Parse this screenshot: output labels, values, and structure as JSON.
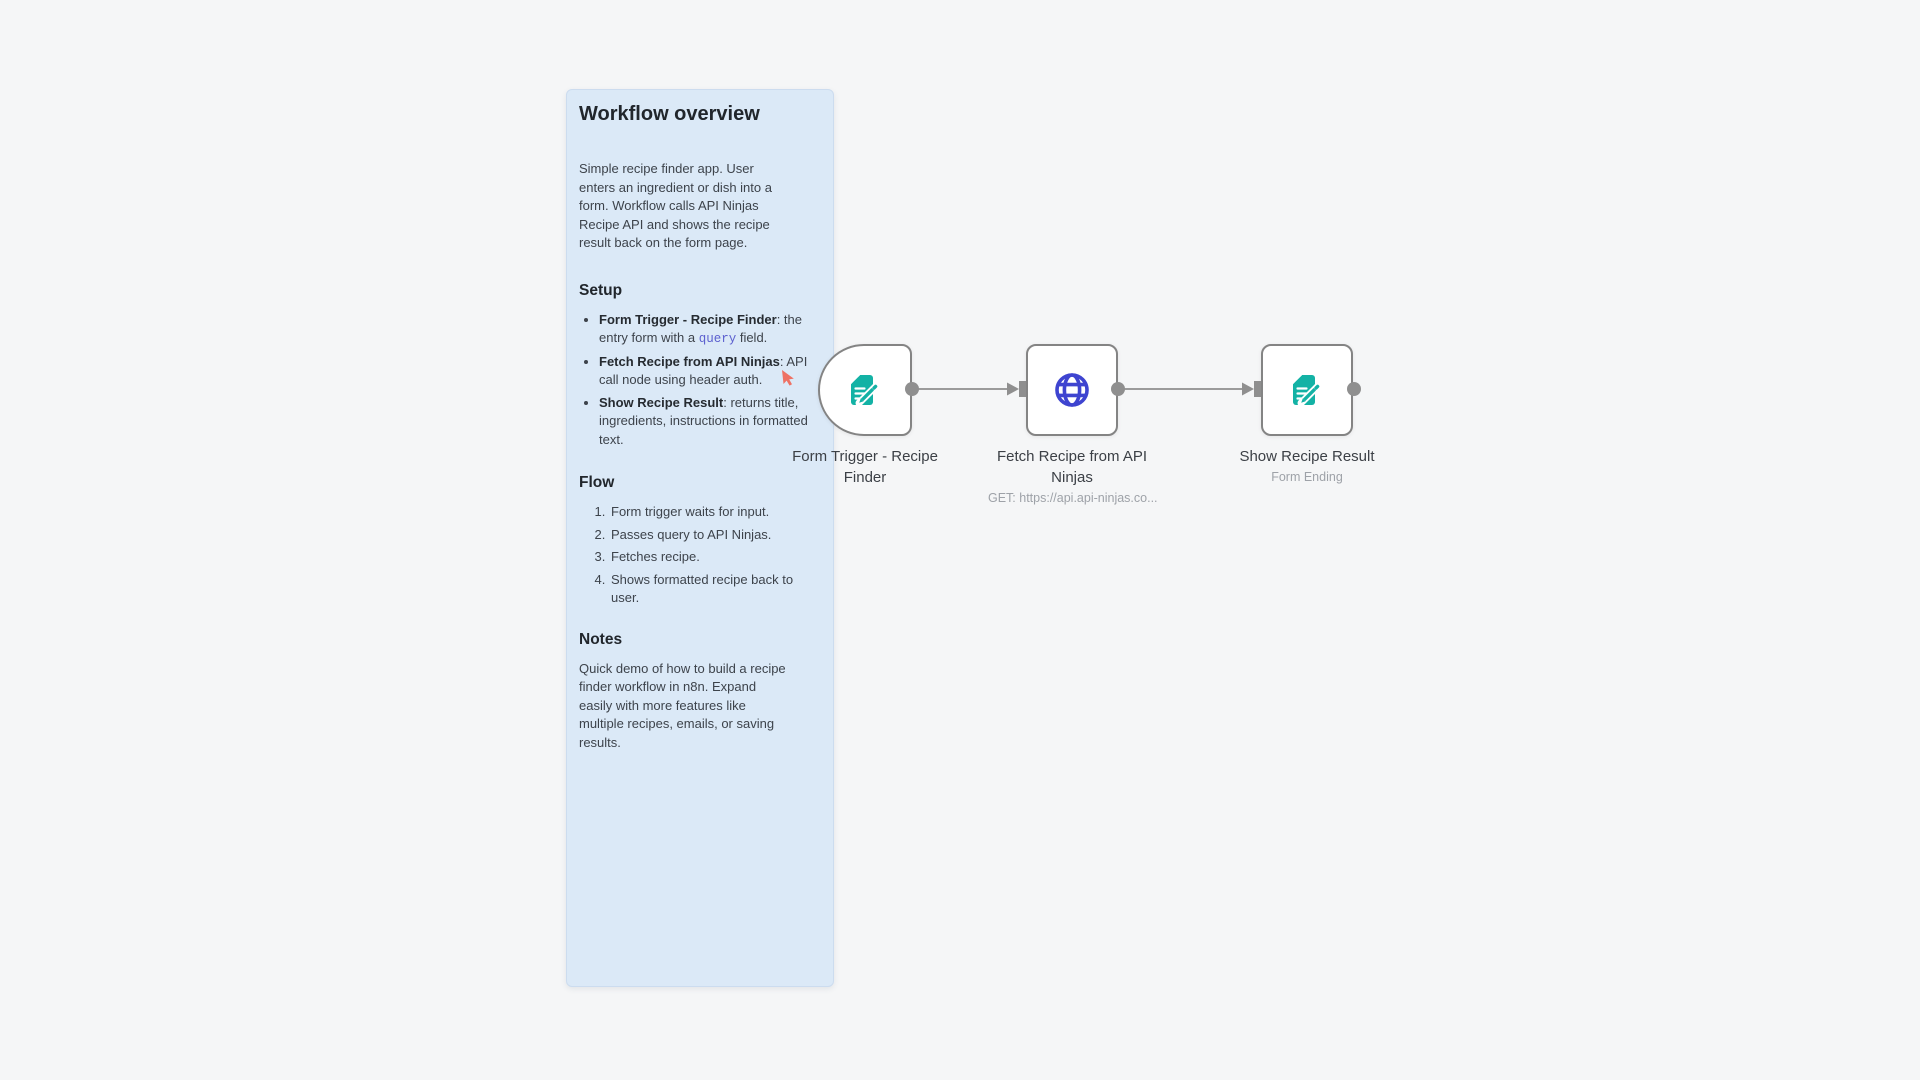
{
  "canvas": {
    "background": "#f5f6f7"
  },
  "sticky": {
    "background": "#dbe9f7",
    "title": "Workflow overview",
    "intro": "Simple recipe finder app. User\nenters an ingredient or dish into a\nform. Workflow calls API Ninjas\nRecipe API and shows the recipe\nresult back on the form page.",
    "setup_heading": "Setup",
    "setup_items": [
      {
        "bold": "Form Trigger - Recipe Finder",
        "pre": ": the entry form with a ",
        "code": "query",
        "post": " field."
      },
      {
        "bold": "Fetch Recipe from API Ninjas",
        "pre": ": API call node using header auth.",
        "code": "",
        "post": ""
      },
      {
        "bold": "Show Recipe Result",
        "pre": ": returns title, ingredients, instructions in formatted text.",
        "code": "",
        "post": ""
      }
    ],
    "flow_heading": "Flow",
    "flow_steps": [
      "Form trigger waits for input.",
      "Passes query to API Ninjas.",
      "Fetches recipe.",
      "Shows formatted recipe back to user."
    ],
    "notes_heading": "Notes",
    "notes_text": "Quick demo of how to build a recipe\nfinder workflow in n8n. Expand\neasily with more features like\nmultiple recipes, emails, or saving\nresults."
  },
  "nodes": [
    {
      "name": "Form Trigger - Recipe Finder",
      "subtitle": "",
      "icon": "form-pencil-icon",
      "icon_color": "#13b2a5",
      "shape": "trigger"
    },
    {
      "name": "Fetch Recipe from API Ninjas",
      "subtitle": "GET: https://api.api-ninjas.co...",
      "icon": "globe-icon",
      "icon_color": "#3e44d0",
      "shape": "regular"
    },
    {
      "name": "Show Recipe Result",
      "subtitle": "Form Ending",
      "icon": "form-pencil-icon",
      "icon_color": "#13b2a5",
      "shape": "regular"
    }
  ],
  "colors": {
    "node_border": "#848484",
    "connector": "#8f8f8f",
    "connector_line": "#9b9b9b",
    "label_text": "#3c4046",
    "subtitle_text": "#9ea2a8",
    "code_text": "#5c60cf",
    "cursor": "#ee7164"
  }
}
